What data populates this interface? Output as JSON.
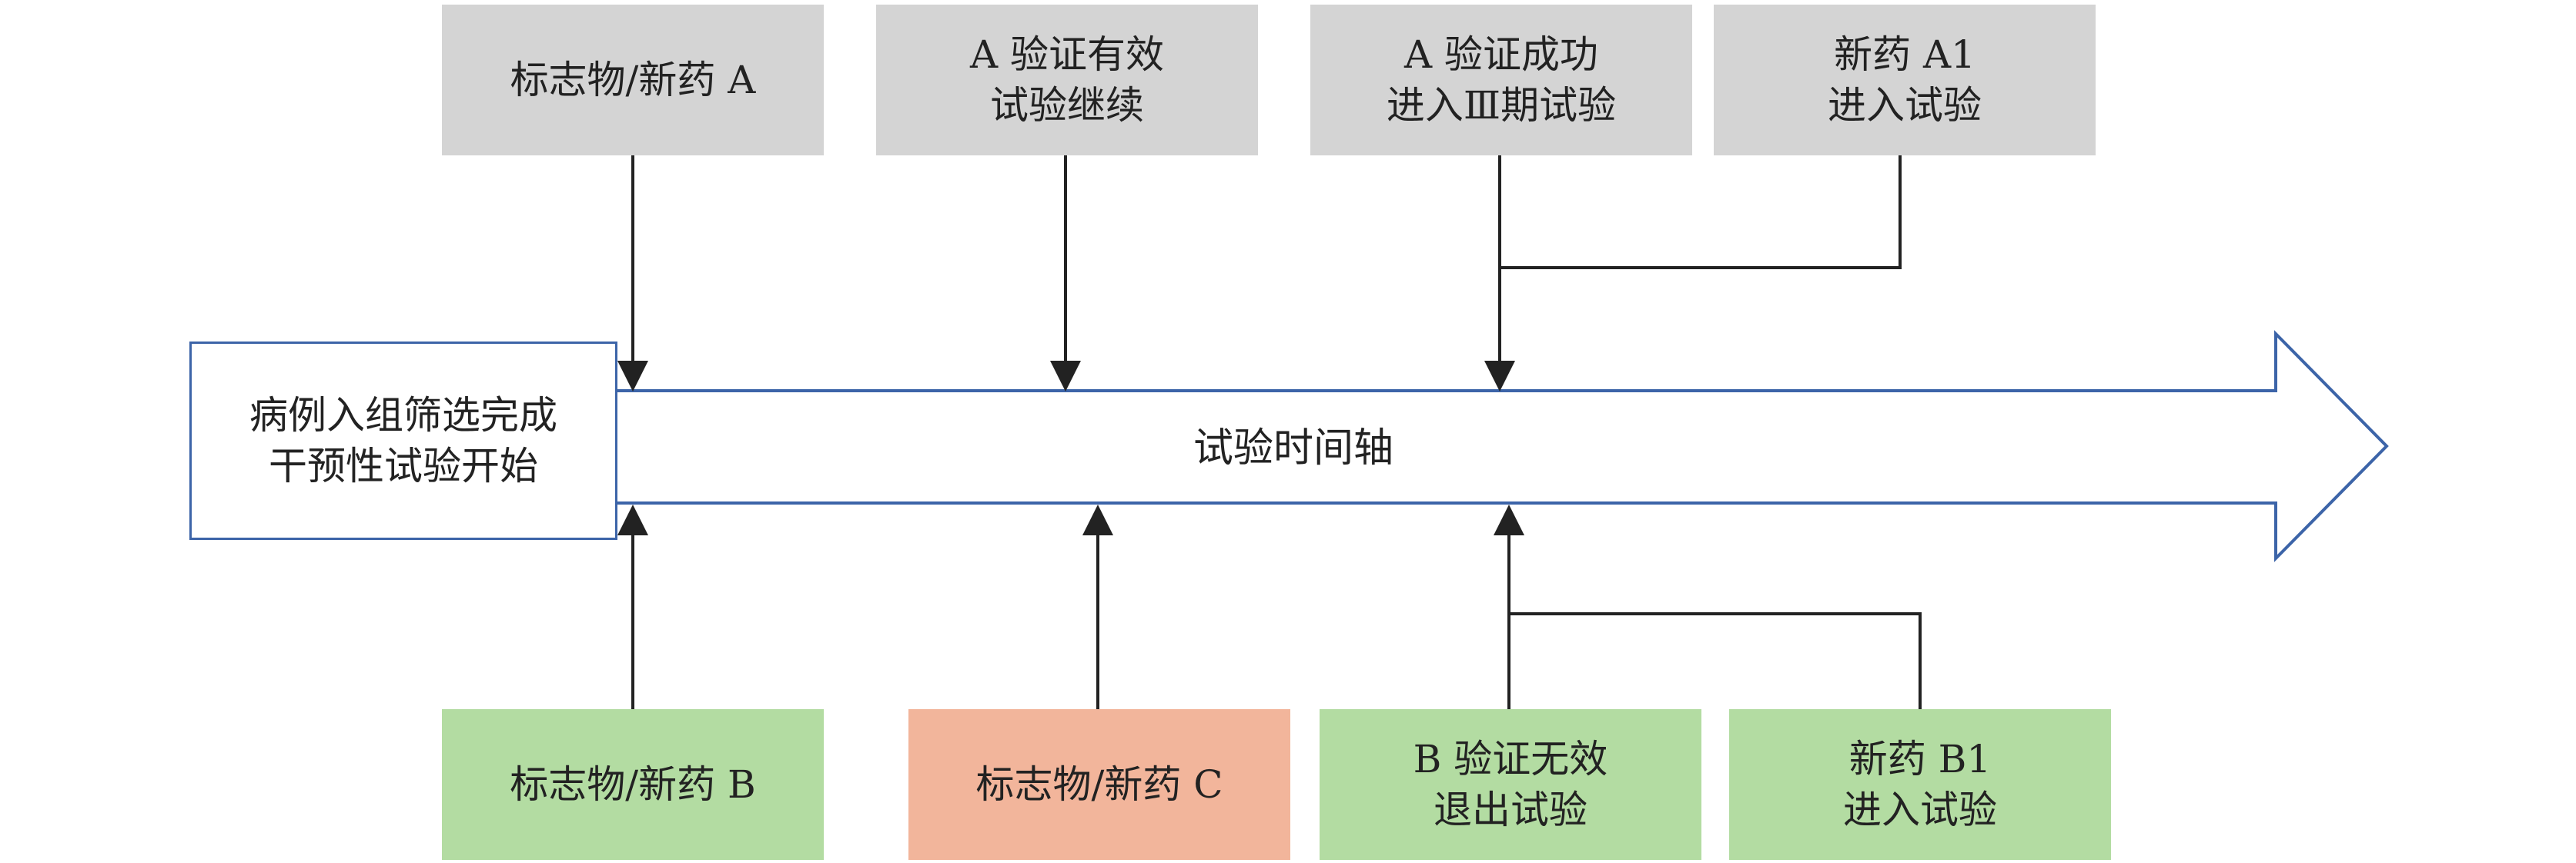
{
  "start_box": {
    "line1": "病例入组筛选完成",
    "line2": "干预性试验开始"
  },
  "timeline_label": "试验时间轴",
  "top_boxes": [
    {
      "line1": "标志物/新药 A",
      "line2": ""
    },
    {
      "line1": "A 验证有效",
      "line2": "试验继续"
    },
    {
      "line1": "A 验证成功",
      "line2": "进入Ⅲ期试验"
    },
    {
      "line1": "新药 A1",
      "line2": "进入试验"
    }
  ],
  "bottom_boxes": [
    {
      "line1": "标志物/新药 B",
      "line2": ""
    },
    {
      "line1": "标志物/新药 C",
      "line2": ""
    },
    {
      "line1": "B 验证无效",
      "line2": "退出试验"
    },
    {
      "line1": "新药 B1",
      "line2": "进入试验"
    }
  ],
  "colors": {
    "top_box_fill": "#d4d4d4",
    "bottom_box_fill": "#b3dca2",
    "highlight_box_fill": "#f2b59b",
    "timeline_outline": "#3c64a8",
    "connector": "#222222"
  }
}
